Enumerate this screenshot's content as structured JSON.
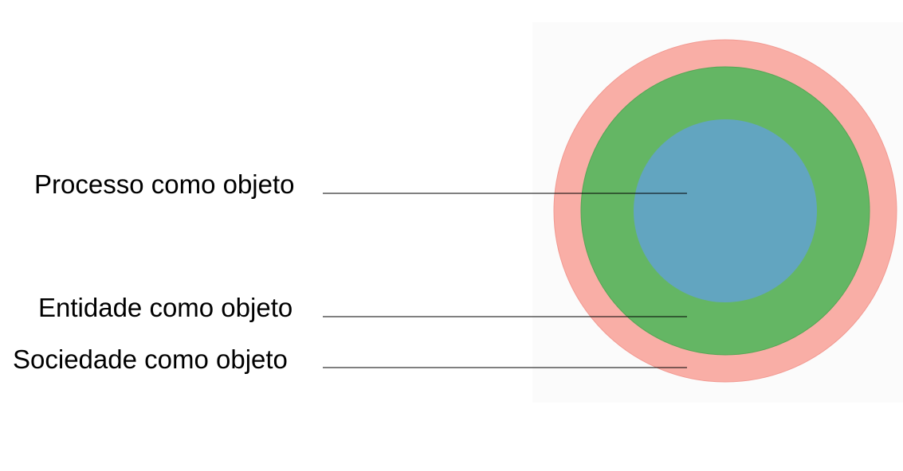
{
  "diagram": {
    "labels": {
      "processo": "Processo como objeto",
      "entidade": "Entidade como objeto",
      "sociedade": "Sociedade como objeto"
    },
    "circles": {
      "outer_color": "#f9aea6",
      "middle_color": "#64b664",
      "inner_color": "#62a5c0"
    },
    "leader_line_color": "#000000"
  }
}
